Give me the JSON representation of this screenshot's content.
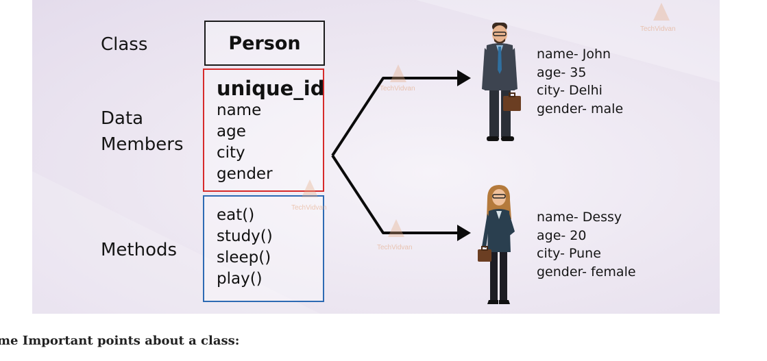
{
  "diagram": {
    "labels": {
      "class": "Class",
      "data_members_line1": "Data",
      "data_members_line2": "Members",
      "methods": "Methods"
    },
    "class_name": "Person",
    "data_members": [
      "unique_id",
      "name",
      "age",
      "city",
      "gender"
    ],
    "methods": [
      "eat()",
      "study()",
      "sleep()",
      "play()"
    ],
    "objects": [
      {
        "attributes": [
          "name- John",
          "age- 35",
          "city- Delhi",
          "gender- male"
        ]
      },
      {
        "attributes": [
          "name- Dessy",
          "age- 20",
          "city- Pune",
          "gender- female"
        ]
      }
    ],
    "watermark": "TechVidvan",
    "colors": {
      "data_box_border": "#d62a2a",
      "method_box_border": "#2d6ab3",
      "class_box_border": "#1a1a1a"
    }
  },
  "caption": "ome Important points about a class:"
}
